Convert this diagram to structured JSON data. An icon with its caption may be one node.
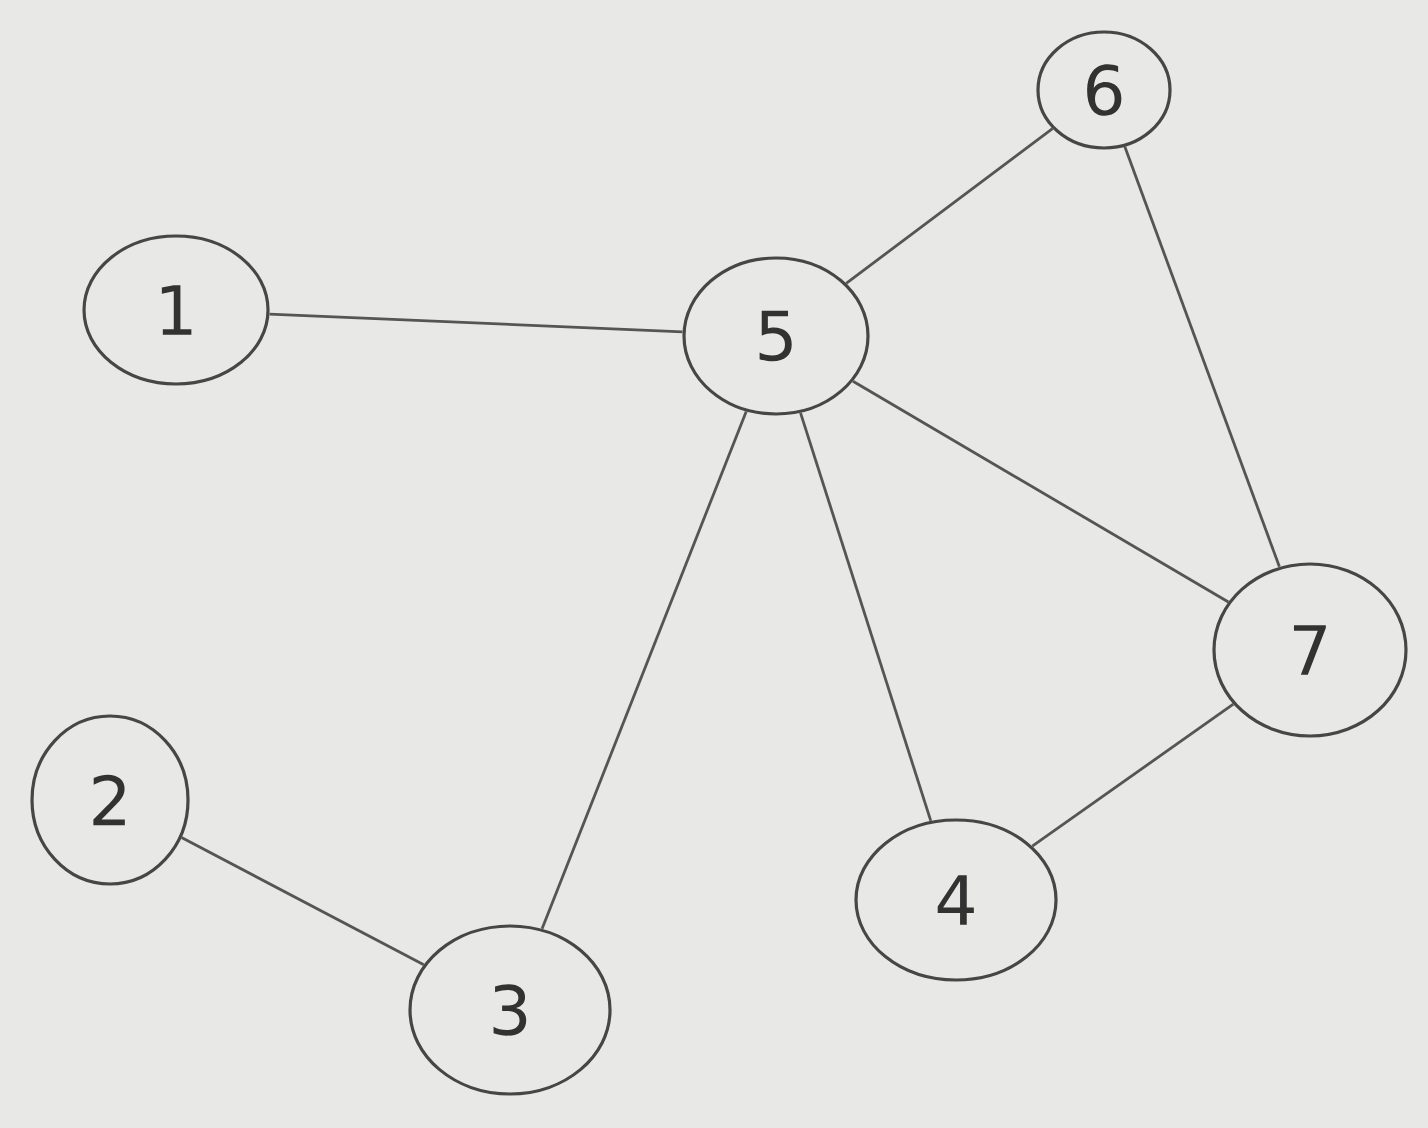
{
  "diagram": {
    "nodes": [
      {
        "text": [
          "1"
        ]
      },
      {
        "text": [
          "2"
        ]
      },
      {
        "text": [
          "3"
        ]
      },
      {
        "text": [
          "4"
        ]
      },
      {
        "text": [
          "5"
        ]
      },
      {
        "text": [
          "6"
        ]
      },
      {
        "text": [
          "7"
        ]
      }
    ],
    "edges": [
      {
        "from": 4,
        "to": 0,
        "arrow": "none"
      },
      {
        "from": 4,
        "to": 5,
        "arrow": "none"
      },
      {
        "from": 4,
        "to": 6,
        "arrow": "none"
      },
      {
        "from": 4,
        "to": 3,
        "arrow": "none"
      },
      {
        "from": 4,
        "to": 2,
        "arrow": "none"
      },
      {
        "from": 5,
        "to": 6,
        "arrow": "none"
      },
      {
        "from": 6,
        "to": 3,
        "arrow": "none"
      },
      {
        "from": 1,
        "to": 2,
        "arrow": "none"
      }
    ]
  }
}
